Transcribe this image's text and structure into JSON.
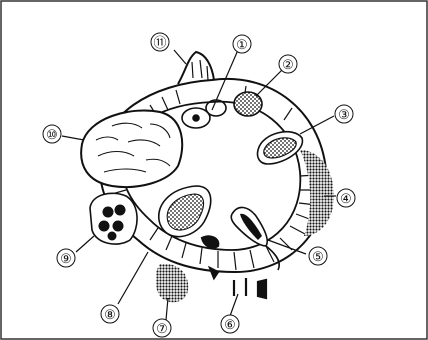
{
  "labels": [
    {
      "id": "1",
      "text": "①"
    },
    {
      "id": "2",
      "text": "②"
    },
    {
      "id": "3",
      "text": "③"
    },
    {
      "id": "4",
      "text": "④"
    },
    {
      "id": "5",
      "text": "⑤"
    },
    {
      "id": "6",
      "text": "⑥"
    },
    {
      "id": "7",
      "text": "⑦"
    },
    {
      "id": "8",
      "text": "⑧"
    },
    {
      "id": "9",
      "text": "⑨"
    },
    {
      "id": "10",
      "text": "⑩"
    },
    {
      "id": "11",
      "text": "⑪"
    }
  ],
  "colors": {
    "ink": "#111111",
    "paper": "#ffffff",
    "border": "#333333"
  }
}
